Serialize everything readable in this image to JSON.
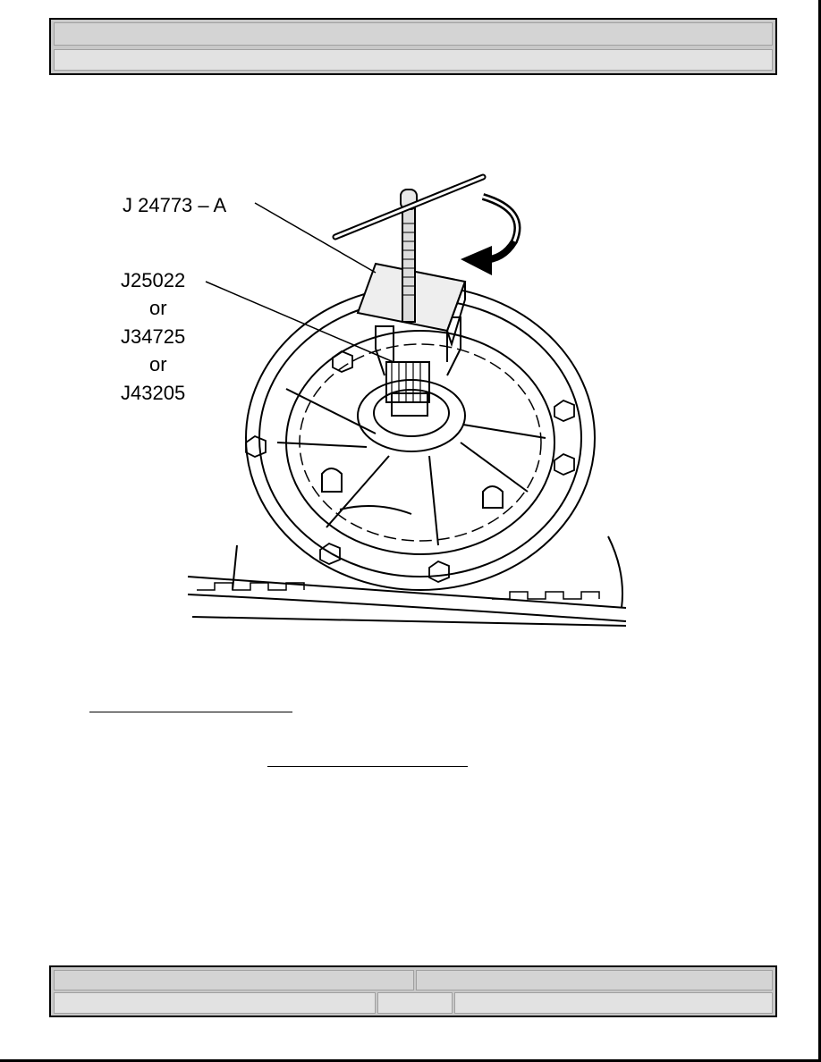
{
  "header": {
    "title": "",
    "subtitle": ""
  },
  "figure": {
    "callouts": {
      "tool_main": "J 24773 – A",
      "tool_alt_1": "J25022",
      "or_1": "or",
      "tool_alt_2": "J34725",
      "or_2": "or",
      "tool_alt_3": "J43205"
    }
  },
  "links": [
    {
      "text": ""
    },
    {
      "text": ""
    }
  ],
  "footer": {
    "left_top": "",
    "right_top": "",
    "left_bottom": "",
    "middle_bottom": "",
    "right_bottom": ""
  }
}
